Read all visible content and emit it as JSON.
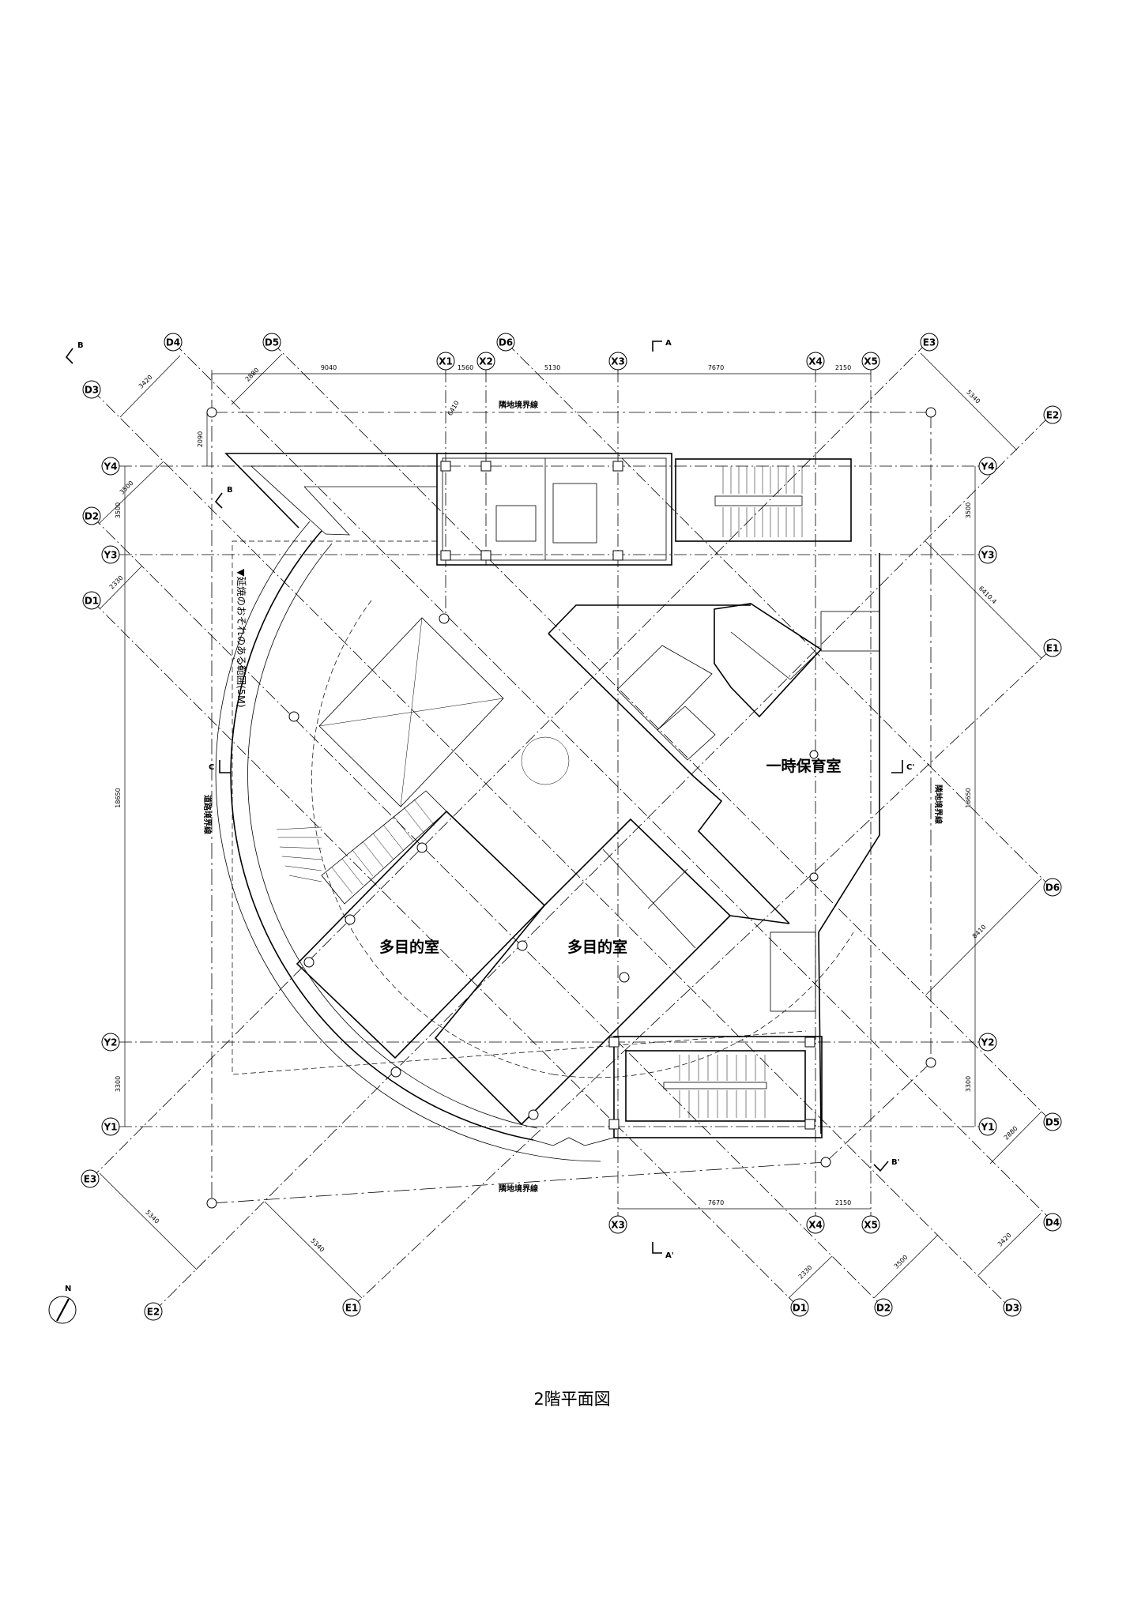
{
  "title": "2階平面図",
  "rooms": {
    "multi_left": "多目的室",
    "multi_right": "多目的室",
    "nursery": "一時保育室"
  },
  "annotations": {
    "boundary_top": "隣地境界線",
    "boundary_bottom": "隣地境界線",
    "boundary_right": "隣地境界線",
    "road_boundary": "道路境界線",
    "fire_spread": "▼延焼のおそれのある範囲(5M)"
  },
  "grid": {
    "top": [
      "D4",
      "D5",
      "D6",
      "X1",
      "X2",
      "X3",
      "X4",
      "X5",
      "E3"
    ],
    "left": [
      "D3",
      "Y4",
      "D2",
      "Y3",
      "D1",
      "Y2",
      "Y1",
      "E3"
    ],
    "right": [
      "E2",
      "Y4",
      "Y3",
      "E1",
      "D6",
      "Y2",
      "Y1",
      "D5",
      "D4"
    ],
    "bottom": [
      "X3",
      "X4",
      "X5",
      "E2",
      "E1",
      "D1",
      "D2",
      "D3"
    ]
  },
  "dimensions": {
    "top": [
      "9040",
      "1560",
      "5130",
      "7670",
      "2150"
    ],
    "bottom": [
      "7670",
      "2150"
    ],
    "left": [
      "2090",
      "3500",
      "18650",
      "3300"
    ],
    "right": [
      "3500",
      "18650",
      "3300"
    ],
    "diagonal": [
      "3420",
      "2880",
      "6410",
      "3500",
      "2330",
      "5340",
      "6410.4",
      "8410",
      "2880",
      "3420",
      "3500",
      "2330",
      "5340",
      "5340"
    ]
  },
  "sections": {
    "a": "A",
    "a_prime": "A'",
    "b_outer": "B",
    "b_inner": "B",
    "b_prime": "B'",
    "c": "C",
    "c_prime": "C'"
  },
  "compass": "N",
  "colors": {
    "line": "#000000",
    "background": "#ffffff"
  }
}
